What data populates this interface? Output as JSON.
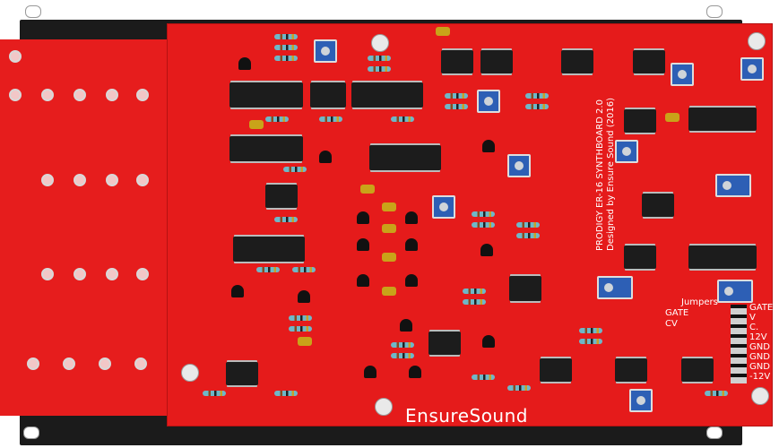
{
  "board": {
    "title_lines": [
      "PRODIGY ER-16 SYNTHBOARD 2.0",
      "Designed by Ensure Sound (2016)"
    ],
    "brand": "EnsureSound",
    "pin_labels": [
      "GATE",
      "V",
      "C.",
      "12V",
      "GND",
      "GND",
      "GND",
      "-12V"
    ],
    "jumper_labels": [
      "Jumpers",
      "GATE",
      "CV"
    ]
  },
  "colors": {
    "pcb": "#e51b1b",
    "panel": "#1b1b1b",
    "trimpot": "#2d5fb5"
  }
}
